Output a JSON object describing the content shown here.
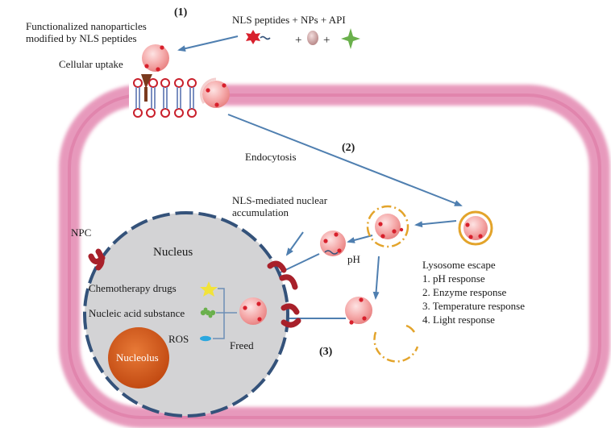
{
  "steps": {
    "step1": "(1)",
    "step2": "(2)",
    "step3": "(3)"
  },
  "labels": {
    "functionalized_line1": "Functionalized nanoparticles",
    "functionalized_line2": "modified by NLS peptides",
    "cellular_uptake": "Cellular uptake",
    "components": "NLS peptides + NPs + API",
    "plus": "+",
    "endocytosis": "Endocytosis",
    "nls_line1": "NLS-mediated nuclear",
    "nls_line2": "accumulation",
    "npc": "NPC",
    "nucleus": "Nucleus",
    "ph": "pH",
    "chemotherapy": "Chemotherapy drugs",
    "nucleic_acid": "Nucleic acid substance",
    "ros": "ROS",
    "freed": "Freed",
    "nucleolus": "Nucleolus",
    "lysosome_title": "Lysosome escape",
    "lysosome_items": [
      "1. pH response",
      "2. Enzyme response",
      "3. Temperature response",
      "4. Light response"
    ]
  },
  "colors": {
    "cell_membrane": "#e58fb5",
    "nucleus_fill": "#d3d3d5",
    "nucleus_border": "#34527a",
    "arrow": "#4f7fb0",
    "nanoparticle": "#f3a6a6",
    "nls_peptide": "#d8202c",
    "npc": "#a8202a",
    "lysosome": "#e3a42b",
    "nucleolus": "#d95e1f",
    "star_yellow": "#f2e33a",
    "star_green": "#6ab04c",
    "ros": "#2aa7df",
    "bracket": "#6d8eb5"
  }
}
